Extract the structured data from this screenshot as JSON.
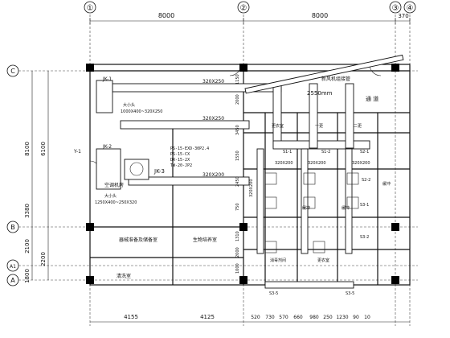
{
  "grid": {
    "col_labels": [
      "①",
      "②",
      "③",
      "④"
    ],
    "row_labels": [
      "C",
      "B",
      "A1",
      "A"
    ],
    "top_dims": [
      "8000",
      "8000",
      "370"
    ],
    "left_dims": [
      "8100",
      "6100",
      "3380",
      "2100",
      "1800",
      "2200"
    ],
    "bottom_dims": [
      "4155",
      "4125",
      "520",
      "730",
      "570",
      "660",
      "980",
      "250",
      "1230",
      "90",
      "10"
    ]
  },
  "rooms": {
    "corridor": "通    道",
    "aircon_room": "空调机房",
    "prep_room": "器械准备及储备室",
    "biochem_room": "生物培养室",
    "wash_room": "清洗室",
    "change1": "一更",
    "change2": "二更",
    "change_a": "更衣室",
    "buffer1": "缓冲",
    "buffer2": "缓冲",
    "buffer3": "缓冲",
    "disinfect": "消毒剂间",
    "gowning": "更衣室"
  },
  "units": {
    "ahu1": "JK-1",
    "ahu2": "JK-2",
    "ahu3": "JK-3",
    "louver": "Y-1",
    "ahu1_tag": "大小头",
    "ahu2_tag": "大小头",
    "ahu1_size": "1000X400~320X250",
    "ahu2_size": "1250X400~250X320"
  },
  "ducts": {
    "d1": "320X250",
    "d2": "320X250",
    "d3": "320X200",
    "d4": "320X200",
    "d5": "320X200",
    "d6": "320X200",
    "d7": "320X200",
    "note1": "新风机组接管",
    "note2": "2550mm"
  },
  "legend": {
    "items": [
      "PS-15-EXD-30P2.4",
      "PS-15-CX",
      "DR-15-2X",
      "TW-20-JP2"
    ]
  },
  "outlets": [
    "S1-1",
    "S1-2",
    "S2-1",
    "S2-2",
    "S3-1",
    "S3-2",
    "S3-5",
    "S3-5"
  ],
  "vertical_dims": [
    "1150",
    "2000",
    "3450",
    "1550",
    "2450",
    "750",
    "1310",
    "2000",
    "1000"
  ]
}
